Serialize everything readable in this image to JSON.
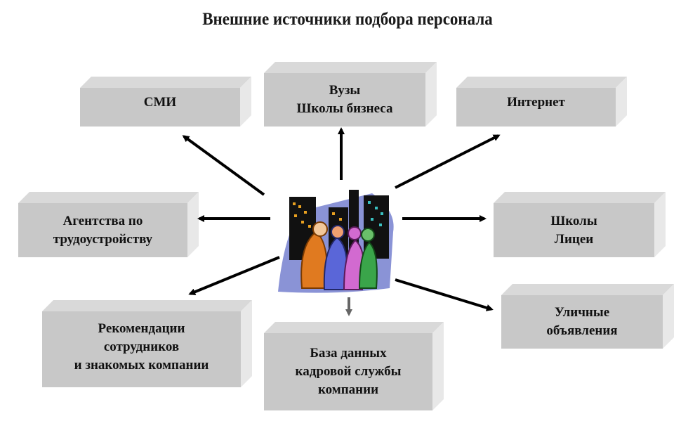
{
  "title": "Внешние источники подбора персонала",
  "boxes": {
    "smi": "СМИ",
    "vuzy": "Вузы\nШколы бизнеса",
    "internet": "Интернет",
    "agency": "Агентства по\nтрудоустройству",
    "schools": "Школы\nЛицеи",
    "referrals": "Рекомендации\nсотрудников\nи знакомых компании",
    "database": "База данных\nкадровой службы\nкомпании",
    "street": "Уличные\nобъявления"
  },
  "colors": {
    "face": "#c8c8c8",
    "top": "#d9d9d9",
    "side": "#e6e6e6",
    "arrow": "#000000",
    "arrow_gray": "#666666"
  }
}
